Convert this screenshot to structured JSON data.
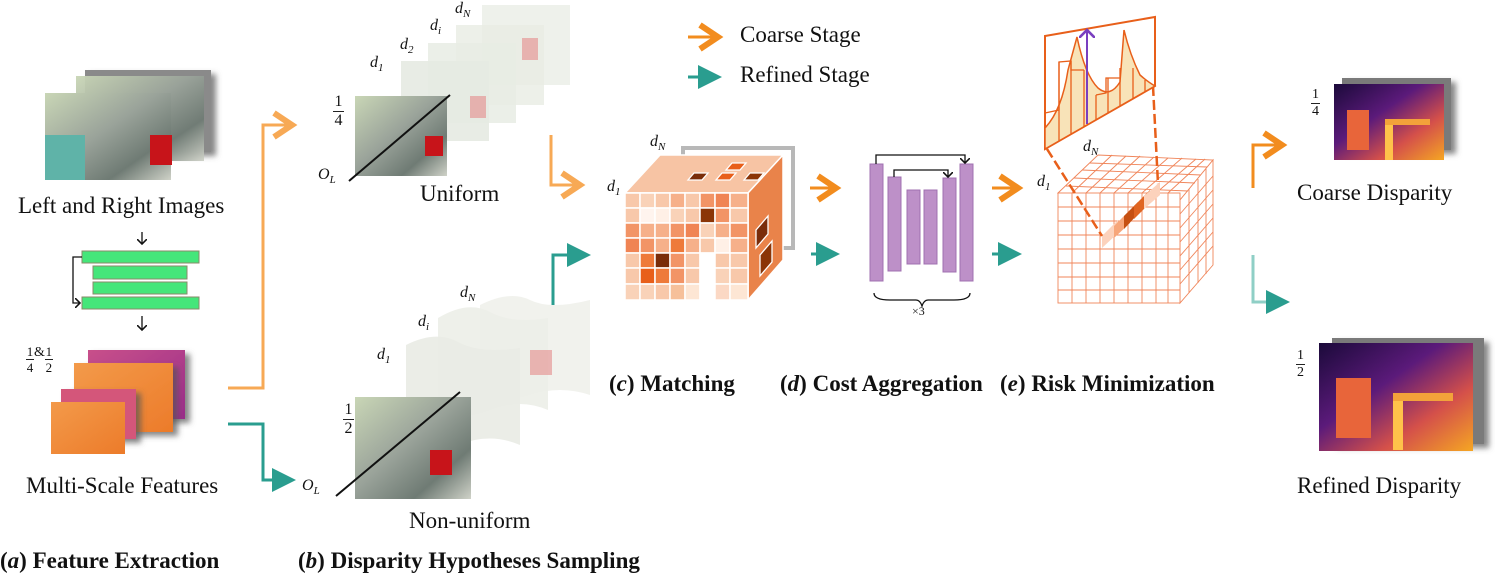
{
  "legend": {
    "coarse_label": "Coarse Stage",
    "refined_label": "Refined Stage",
    "coarse_color": "#f28c1e",
    "refined_color": "#2a9d8f"
  },
  "feature_extraction": {
    "input_label": "Left and Right Images",
    "output_label": "Multi-Scale Features",
    "scale_label": "1/4 & 1/2",
    "caption_letter": "a",
    "caption_text": "Feature Extraction"
  },
  "sampling": {
    "uniform_label": "Uniform",
    "nonuniform_label": "Non-uniform",
    "uniform_scale": "1/4",
    "nonuniform_scale": "1/2",
    "origin": "O",
    "origin_sub": "L",
    "planes_uniform": [
      "d1",
      "d2",
      "di",
      "dN"
    ],
    "planes_nonuniform": [
      "d1",
      "di",
      "dN"
    ],
    "caption_letter": "b",
    "caption_text": "Disparity Hypotheses Sampling"
  },
  "matching": {
    "axis_start": "d1",
    "axis_end": "dN",
    "caption_letter": "c",
    "caption_text": "Matching"
  },
  "aggregation": {
    "repeat_label": "×3",
    "caption_letter": "d",
    "caption_text": "Cost Aggregation"
  },
  "risk": {
    "axis_start": "d1",
    "axis_end": "dN",
    "caption_letter": "e",
    "caption_text": "Risk Minimization"
  },
  "outputs": {
    "coarse_label": "Coarse Disparity",
    "coarse_scale": "1/4",
    "refined_label": "Refined Disparity",
    "refined_scale": "1/2"
  }
}
